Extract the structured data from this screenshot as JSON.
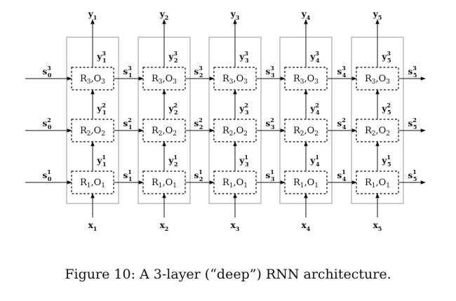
{
  "caption": "Figure 10: A 3-layer (“deep”) RNN architecture.",
  "node_text": [
    "R1,O1",
    "R2,O2",
    "R3,O3"
  ],
  "node_labels": {
    "layer1": [
      "R",
      "1",
      ",O",
      "1"
    ],
    "layer2": [
      "R",
      "2",
      ",O",
      "2"
    ],
    "layer3": [
      "R",
      "3",
      ",O",
      "3"
    ]
  },
  "outputs": [
    "y1",
    "y2",
    "y3",
    "y4",
    "y5"
  ],
  "inputs": [
    "x1",
    "x2",
    "x3",
    "x4",
    "x5"
  ],
  "state_symbol": "s",
  "output_symbol": "y",
  "input_symbol": "x",
  "timesteps": [
    1,
    2,
    3,
    4,
    5
  ],
  "layers": [
    1,
    2,
    3
  ],
  "state_indices": [
    0,
    1,
    2,
    3,
    4,
    5
  ]
}
